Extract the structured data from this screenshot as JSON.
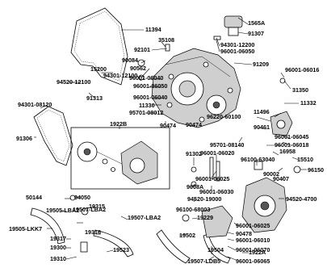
{
  "labels": [
    "11394",
    "1565A",
    "91307",
    "35108",
    "92101",
    "94301-12200",
    "96001-06050",
    "90084",
    "90562",
    "91209",
    "15200",
    "94301-12100",
    "96001-06016",
    "94520-12100",
    "96001-06040",
    "96001-06050",
    "31350",
    "91313",
    "96001-06040",
    "11330",
    "11496",
    "11332",
    "94301-08120",
    "95701-08012",
    "90474",
    "1922B",
    "96220-60100",
    "96001-06045",
    "90461",
    "96001-06018",
    "90474",
    "95701-08140",
    "16958",
    "15510",
    "91306",
    "96001-06020",
    "91302",
    "96100-63040",
    "96001-06025",
    "90002",
    "90407",
    "96150",
    "50144",
    "94050",
    "9008A",
    "96001-06030",
    "94520-4700",
    "19505-LBA2",
    "19507-LBA2",
    "94520-19000",
    "19315",
    "19507-LBA2",
    "96100-68003",
    "19505-LKK7",
    "19316",
    "19229",
    "96001-06025",
    "19317",
    "19502",
    "90478",
    "96001-06010",
    "19300",
    "19523",
    "19504",
    "1922A",
    "96001-06070",
    "19310",
    "19507-LDB5",
    "96001-06065"
  ]
}
